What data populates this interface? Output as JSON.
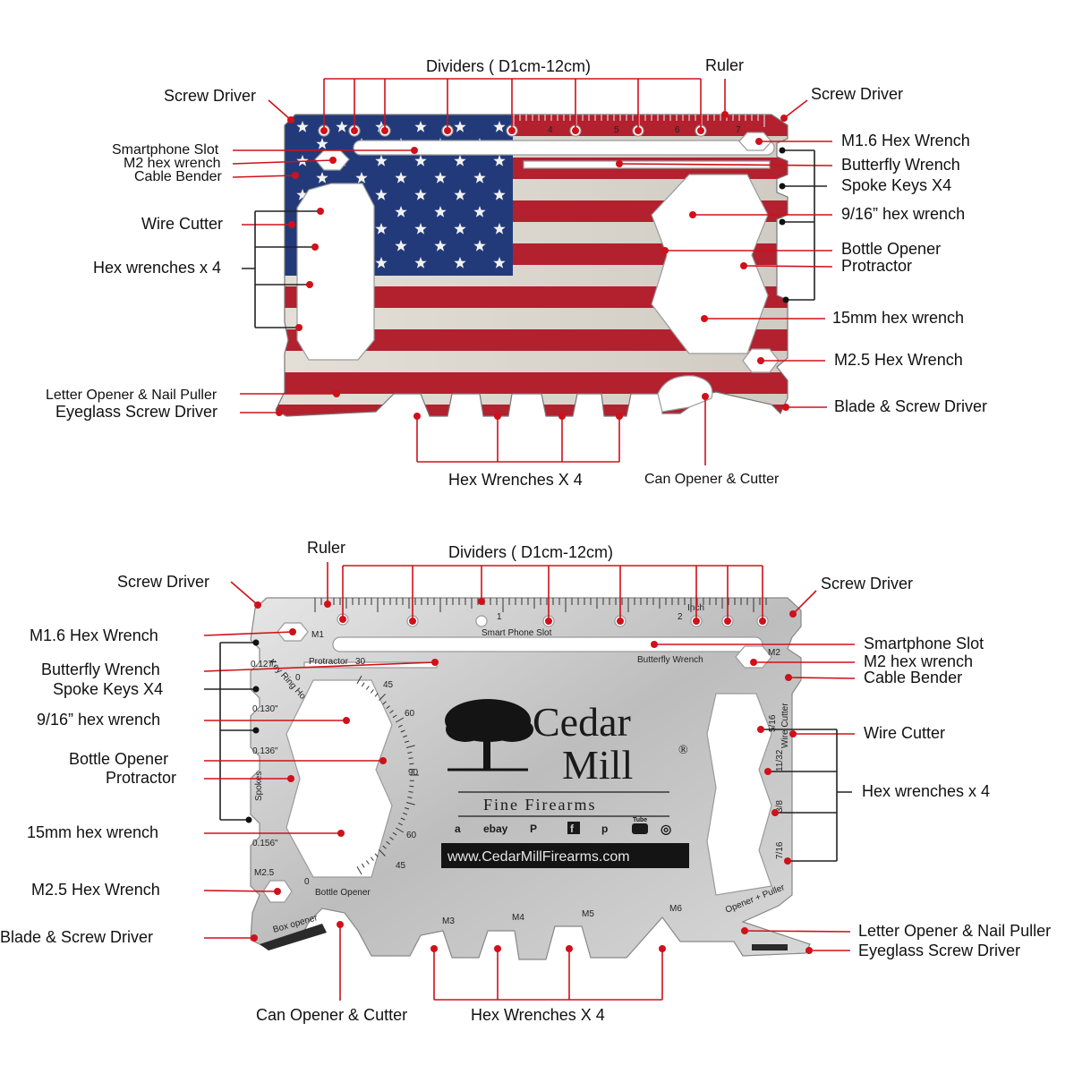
{
  "top_card": {
    "labels": {
      "dividers": "Dividers ( D1cm-12cm)",
      "ruler": "Ruler",
      "screw_driver_left": "Screw Driver",
      "screw_driver_right": "Screw Driver",
      "smartphone_slot": "Smartphone Slot",
      "m2_hex": "M2 hex wrench",
      "cable_bender": "Cable Bender",
      "wire_cutter": "Wire Cutter",
      "hex_x4_left": "Hex wrenches x 4",
      "m16_hex": "M1.6 Hex Wrench",
      "butterfly": "Butterfly Wrench",
      "spoke_keys": "Spoke Keys X4",
      "hex_916": "9/16” hex wrench",
      "bottle_opener": "Bottle Opener",
      "protractor": "Protractor",
      "hex_15mm": "15mm hex wrench",
      "m25_hex": "M2.5 Hex Wrench",
      "letter_opener": "Letter Opener & Nail Puller",
      "eyeglass": "Eyeglass Screw Driver",
      "blade": "Blade & Screw Driver",
      "hex_x4_bottom": "Hex Wrenches X 4",
      "can_opener": "Can Opener & Cutter"
    },
    "ruler_numbers": [
      "4",
      "5",
      "6",
      "7"
    ]
  },
  "bottom_card": {
    "labels": {
      "ruler": "Ruler",
      "dividers": "Dividers ( D1cm-12cm)",
      "screw_driver_left": "Screw Driver",
      "screw_driver_right": "Screw Driver",
      "m16_hex": "M1.6 Hex Wrench",
      "butterfly": "Butterfly Wrench",
      "spoke_keys": "Spoke Keys X4",
      "hex_916": "9/16” hex wrench",
      "bottle_opener": "Bottle Opener",
      "protractor": "Protractor",
      "hex_15mm": "15mm hex wrench",
      "m25_hex": "M2.5 Hex Wrench",
      "blade": "Blade & Screw Driver",
      "smartphone_slot": "Smartphone Slot",
      "m2_hex": "M2 hex wrench",
      "cable_bender": "Cable Bender",
      "wire_cutter": "Wire Cutter",
      "hex_x4_right": "Hex wrenches x 4",
      "letter_opener": "Letter Opener & Nail Puller",
      "eyeglass": "Eyeglass Screw Driver",
      "can_opener": "Can Opener & Cutter",
      "hex_x4_bottom": "Hex Wrenches X 4"
    },
    "engraving": {
      "brand_line1": "Cedar",
      "brand_line2": "Mill",
      "registered": "®",
      "tagline": "Fine Firearms",
      "website": "www.CedarMillFirearms.com",
      "smart_phone_slot": "Smart Phone Slot",
      "butterfly_wrench": "Butterfly Wrench",
      "protractor": "Protractor",
      "bottle_opener": "Bottle Opener",
      "key_ring_hole": "Key Ring Hole",
      "m1": "M1",
      "m2": "M2",
      "m25": "M2.5",
      "m3": "M3",
      "m4": "M4",
      "m5": "M5",
      "m6": "M6",
      "inch": "Inch",
      "ruler_1": "1",
      "ruler_2": "2",
      "spokes": "Spokes",
      "spoke_sizes": [
        "0.127\"",
        "0.130\"",
        "0.136\"",
        "0.156\""
      ],
      "hex_sizes": [
        "5/16",
        "11/32",
        "3/8",
        "7/16"
      ],
      "wire_cutter": "Wire Cutter",
      "opener_puller": "Opener + Puller",
      "box_opener": "Box opener",
      "protractor_30": "30",
      "protractor_45a": "45",
      "protractor_60a": "60",
      "protractor_90": "90",
      "protractor_60b": "60",
      "protractor_45b": "45",
      "protractor_0a": "0",
      "protractor_0b": "0",
      "social": [
        "a",
        "ebay",
        "P",
        "f",
        "p",
        "Tube",
        "◎"
      ]
    }
  },
  "colors": {
    "leader": "#d0101a",
    "flag_red": "#b3202e",
    "flag_blue": "#233a7a",
    "steel": "#c9c9c9"
  }
}
